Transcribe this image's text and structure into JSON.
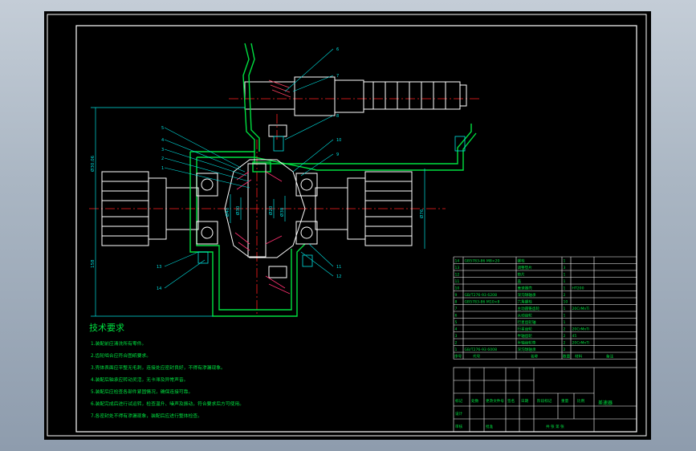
{
  "drawing": {
    "tech_requirements": {
      "title": "技术要求",
      "items": [
        "1.装配前应清洗所有零件。",
        "2.齿轮啮合应符合图纸要求。",
        "3.壳体表面应平整无毛刺，连接处应密封良好，不得有渗漏现象。",
        "4.装配后轴承应转动灵活，无卡滞及异常声音。",
        "5.装配后应检查各部件紧固情况，确保连接可靠。",
        "6.装配完成后进行试运转，检查温升、噪声及振动，符合要求后方可使用。",
        "7.各密封处不得有渗漏现象，装配后应进行整体检查。"
      ]
    },
    "dimensions": {
      "left_height": "Ø30.06",
      "left_lower": "158",
      "right_dia": "Ø76",
      "center_1": "Ø40",
      "center_2": "Ø30",
      "center_3": "Ø20",
      "center_4": "Ø38"
    },
    "callouts": [
      "6",
      "7",
      "8",
      "5",
      "4",
      "3",
      "2",
      "1",
      "10",
      "9",
      "11",
      "12",
      "13",
      "14"
    ],
    "bom_rows": [
      {
        "no": "14",
        "code": "GB5783-86 M8×20",
        "name": "螺栓",
        "qty": "1",
        "note": ""
      },
      {
        "no": "13",
        "code": "",
        "name": "调整垫片",
        "qty": "3",
        "note": ""
      },
      {
        "no": "12",
        "code": "",
        "name": "垫片",
        "qty": "1",
        "note": ""
      },
      {
        "no": "11",
        "code": "",
        "name": "盖",
        "qty": "1",
        "note": ""
      },
      {
        "no": "10",
        "code": "",
        "name": "差速器壳",
        "qty": "1",
        "note": "HT200"
      },
      {
        "no": "9",
        "code": "GB/T276-93 6208",
        "name": "深沟球轴承",
        "qty": "2",
        "note": ""
      },
      {
        "no": "8",
        "code": "GB5783-86 M10×8",
        "name": "六角螺栓",
        "qty": "10",
        "note": ""
      },
      {
        "no": "7",
        "code": "",
        "name": "主动圆锥齿轮",
        "qty": "1",
        "note": "20CrMnTi"
      },
      {
        "no": "6",
        "code": "",
        "name": "从动齿轮",
        "qty": "1",
        "note": ""
      },
      {
        "no": "5",
        "code": "",
        "name": "行星齿轮轴",
        "qty": "1",
        "note": ""
      },
      {
        "no": "4",
        "code": "",
        "name": "行星齿轮",
        "qty": "2",
        "note": "20CrMnTi"
      },
      {
        "no": "3",
        "code": "",
        "name": "半轴齿轮",
        "qty": "2",
        "note": "45"
      },
      {
        "no": "2",
        "code": "",
        "name": "半轴齿轮垫",
        "qty": "2",
        "note": "20CrMnTi"
      },
      {
        "no": "1",
        "code": "GB/T276-93 6008",
        "name": "深沟球轴承",
        "qty": "2",
        "note": ""
      }
    ],
    "bom_header": {
      "no": "序号",
      "code": "代号",
      "name": "名称",
      "qty": "数量",
      "material": "材料",
      "note": "备注"
    },
    "title_block": {
      "drawing_title": "差速器",
      "row_design": "设计",
      "row_check": "审核",
      "row_approve": "批准",
      "col_mark": "标记",
      "col_count": "处数",
      "col_change": "更改文件号",
      "col_sign": "签名",
      "col_date": "日期",
      "stage": "阶段标记",
      "weight": "重量",
      "scale": "比例",
      "sheet": "共 张 第 张"
    }
  }
}
